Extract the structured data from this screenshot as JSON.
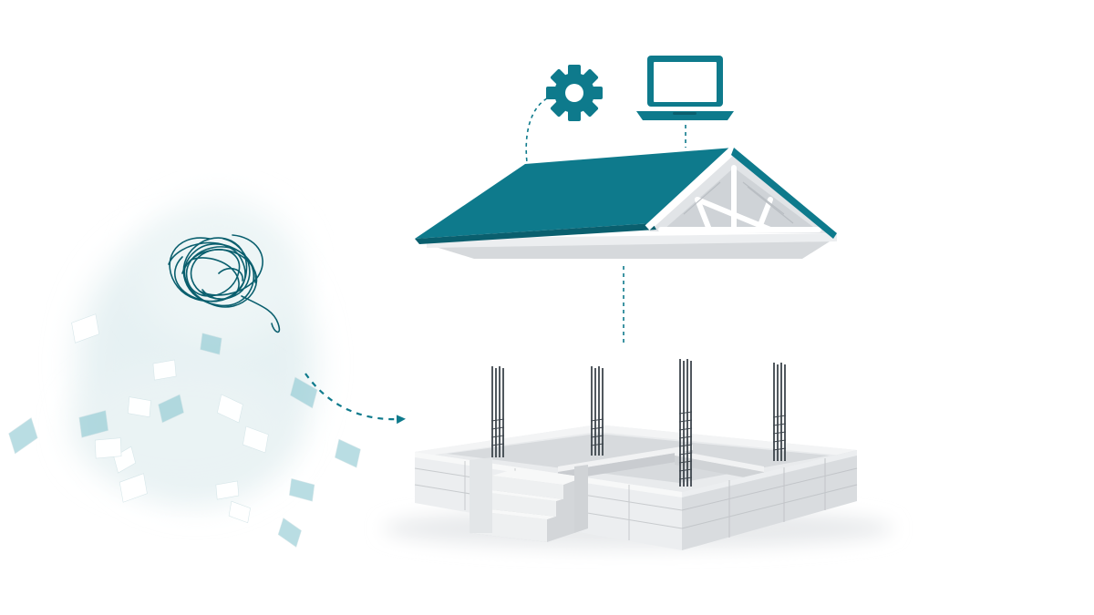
{
  "palette": {
    "teal": "#0e7a8c",
    "teal_dark": "#0a5f6e",
    "teal_light": "#7fc1cc",
    "concrete": "#e3e5e7",
    "concrete_dark": "#c4c7ca",
    "concrete_light": "#f2f3f4",
    "rebar": "#3e464d",
    "cloud": "#e6f1f3",
    "truss": "#ffffff"
  },
  "icons": {
    "gear": "gear-icon",
    "laptop": "laptop-icon",
    "scribble": "tangled-scribble-icon",
    "papers": "scattered-papers-icon"
  },
  "elements": {
    "roof": "house-roof",
    "foundation": "concrete-foundation",
    "stairs": "foundation-stairs",
    "rebar_count": 4,
    "paper_count": 18
  }
}
